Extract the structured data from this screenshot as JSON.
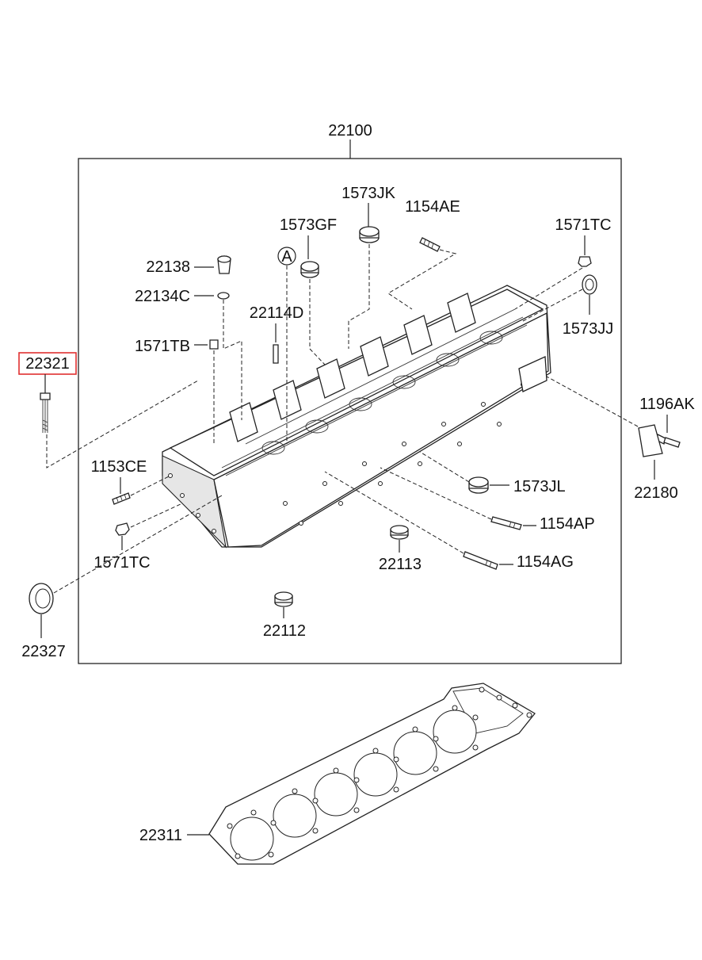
{
  "labels": {
    "assembly": "22100",
    "selected_part": "22321",
    "plug_1573jk": "1573JK",
    "stud_1154ae": "1154AE",
    "plug_1573gf": "1573GF",
    "nut_1571tc_top": "1571TC",
    "ref_a": "A",
    "part_22138": "22138",
    "part_22134c": "22134C",
    "part_22114d": "22114D",
    "seal_1573jj": "1573JJ",
    "bolt_1571tb": "1571TB",
    "bolt_1196ak": "1196AK",
    "stud_1153ce": "1153CE",
    "cover_22180": "22180",
    "plug_1573jl": "1573JL",
    "stud_1154ap": "1154AP",
    "nut_1571tc_bottom": "1571TC",
    "plug_22113": "22113",
    "stud_1154ag": "1154AG",
    "plug_22112": "22112",
    "seal_22327": "22327",
    "gasket_22311": "22311"
  },
  "colors": {
    "highlight": "#e03030",
    "line": "#222222"
  }
}
